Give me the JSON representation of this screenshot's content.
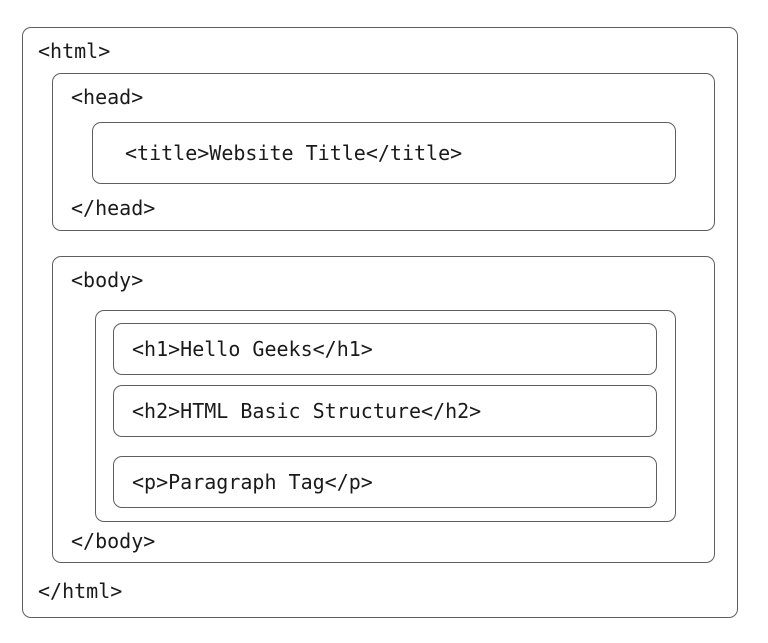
{
  "diagram": {
    "title_semantic": "html-basic-structure-nesting-diagram",
    "background_color": "#ffffff",
    "border_color": "#5f5f5f",
    "text_color": "#1a1a1a",
    "html": {
      "open_tag": "<html>",
      "close_tag": "</html>",
      "head": {
        "open_tag": "<head>",
        "close_tag": "</head>",
        "title": "<title>Website Title</title>"
      },
      "body": {
        "open_tag": "<body>",
        "close_tag": "</body>",
        "elements": [
          {
            "label": "<h1>Hello Geeks</h1>"
          },
          {
            "label": "<h2>HTML Basic Structure</h2>"
          },
          {
            "label": "<p>Paragraph Tag</p>"
          }
        ]
      }
    }
  }
}
